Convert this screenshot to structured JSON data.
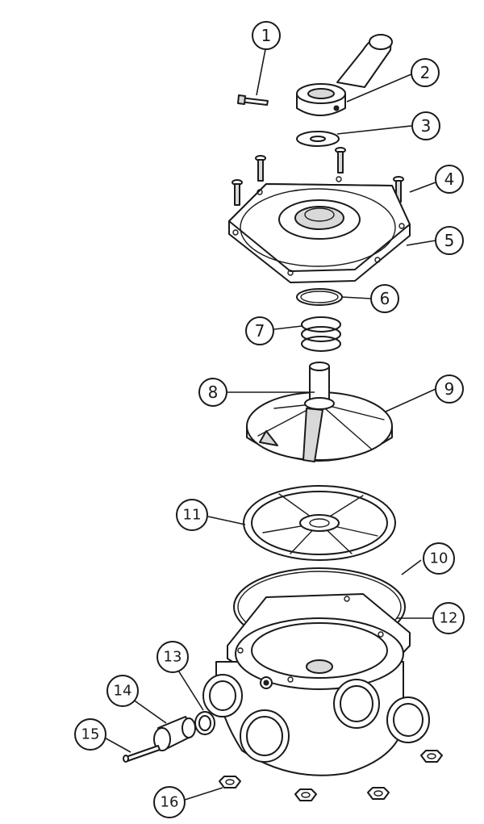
{
  "header_text": "",
  "callouts": [
    "1",
    "2",
    "3",
    "4",
    "5",
    "6",
    "7",
    "8",
    "9",
    "10",
    "11",
    "12",
    "13",
    "14",
    "15",
    "16"
  ]
}
